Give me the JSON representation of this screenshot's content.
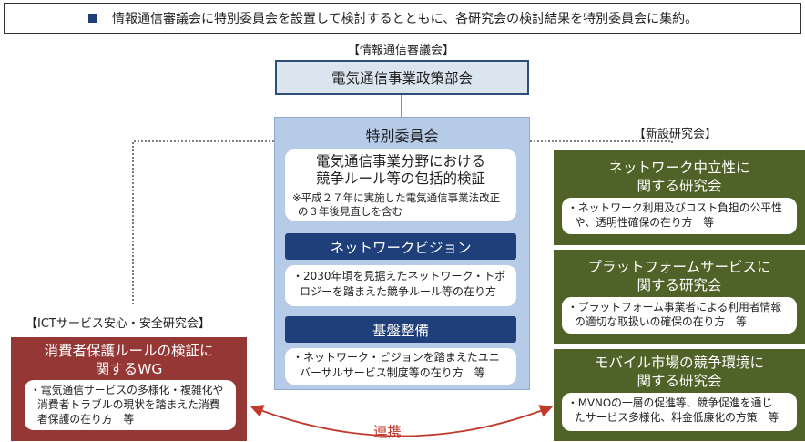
{
  "banner": {
    "text": "情報通信審議会に特別委員会を設置して検討するとともに、各研究会の検討結果を特別委員会に集約。"
  },
  "council": {
    "label": "【情報通信審議会】",
    "box": "電気通信事業政策部会"
  },
  "committee": {
    "title": "特別委員会",
    "main_line1": "電気通信事業分野における",
    "main_line2": "競争ルール等の包括的検証",
    "note_line1": "※平成２７年に実施した電気通信事業法改正",
    "note_line2": "の３年後見直しを含む",
    "vision_title": "ネットワークビジョン",
    "vision_line1": "・2030年頃を見据えたネットワーク・トポ",
    "vision_line2": "ロジーを踏まえた競争ルール等の在り方",
    "kiban_title": "基盤整備",
    "kiban_line1": "・ネットワーク・ビジョンを踏まえたユニ",
    "kiban_line2": "バーサルサービス制度等の在り方　等"
  },
  "new_groups": {
    "label": "【新設研究会】",
    "items": [
      {
        "title1": "ネットワーク中立性に",
        "title2": "関する研究会",
        "line1": "・ネットワーク利用及びコスト負担の公平性",
        "line2": "や、透明性確保の在り方　等"
      },
      {
        "title1": "プラットフォームサービスに",
        "title2": "関する研究会",
        "line1": "・プラットフォーム事業者による利用者情報",
        "line2": "の適切な取扱いの確保の在り方　等"
      },
      {
        "title1": "モバイル市場の競争環境に",
        "title2": "関する研究会",
        "line1": "・MVNOの一層の促進等、競争促進を通じ",
        "line2": "たサービス多様化、料金低廉化の方策　等"
      }
    ]
  },
  "ict": {
    "label": "【ICTサービス安心・安全研究会】",
    "title1": "消費者保護ルールの検証に",
    "title2": "関するWG",
    "line1": "・電気通信サービスの多様化・複雑化や",
    "line2": "消費者トラブルの現状を踏まえた消費",
    "line3": "者保護の在り方　等"
  },
  "link_label": "連携",
  "colors": {
    "navy": "#1f3f7a",
    "light_blue": "#b6cbe7",
    "green": "#4f6228",
    "red": "#953735",
    "arrow": "#c0392b"
  }
}
